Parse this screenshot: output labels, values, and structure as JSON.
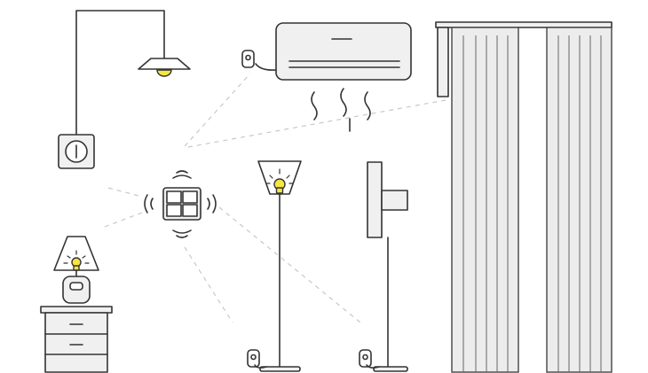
{
  "palette": {
    "line": "#333333",
    "fill": "#f0f0f0",
    "bulb": "#f5e642",
    "signal": "#c8c8c8",
    "background": "#ffffff"
  },
  "devices": [
    {
      "id": "pendant-lamp",
      "icon": "pendant-lamp-icon",
      "light_on": true
    },
    {
      "id": "wall-switch",
      "icon": "wall-switch-icon"
    },
    {
      "id": "wireless-switch",
      "icon": "four-gang-wireless-switch-icon"
    },
    {
      "id": "table-lamp",
      "icon": "table-lamp-icon",
      "light_on": true
    },
    {
      "id": "nightstand",
      "icon": "nightstand-icon",
      "drawers": 2
    },
    {
      "id": "air-conditioner",
      "icon": "air-conditioner-icon"
    },
    {
      "id": "floor-lamp",
      "icon": "floor-lamp-icon",
      "light_on": true
    },
    {
      "id": "fan",
      "icon": "standing-fan-icon"
    },
    {
      "id": "curtain",
      "icon": "motorized-curtain-icon",
      "panels": 2
    }
  ],
  "signal_links": [
    "air-conditioner",
    "curtain",
    "table-lamp",
    "floor-lamp",
    "fan",
    "wall-switch"
  ]
}
